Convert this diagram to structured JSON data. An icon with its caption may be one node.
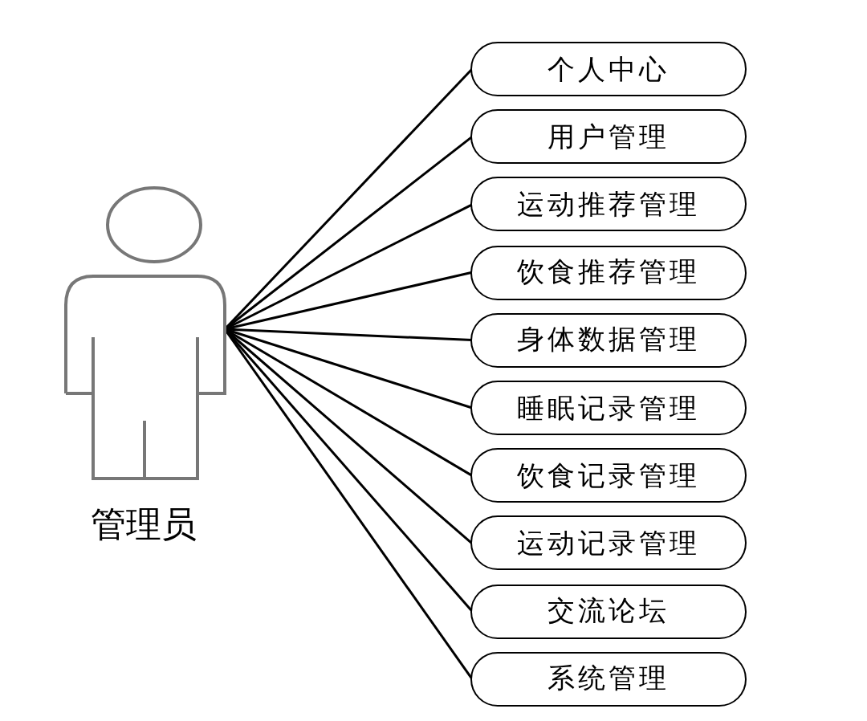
{
  "diagram": {
    "nodes": [
      {
        "text": [
          "管理员"
        ]
      },
      {
        "text": [
          "个人中心"
        ]
      },
      {
        "text": [
          "用户管理"
        ]
      },
      {
        "text": [
          "运动推荐管理"
        ]
      },
      {
        "text": [
          "饮食推荐管理"
        ]
      },
      {
        "text": [
          "身体数据管理"
        ]
      },
      {
        "text": [
          "睡眠记录管理"
        ]
      },
      {
        "text": [
          "饮食记录管理"
        ]
      },
      {
        "text": [
          "运动记录管理"
        ]
      },
      {
        "text": [
          "交流论坛"
        ]
      },
      {
        "text": [
          "系统管理"
        ]
      }
    ],
    "edges": [
      {
        "from": 0,
        "to": 1,
        "arrow": "none"
      },
      {
        "from": 0,
        "to": 2,
        "arrow": "none"
      },
      {
        "from": 0,
        "to": 3,
        "arrow": "none"
      },
      {
        "from": 0,
        "to": 4,
        "arrow": "none"
      },
      {
        "from": 0,
        "to": 5,
        "arrow": "none"
      },
      {
        "from": 0,
        "to": 6,
        "arrow": "none"
      },
      {
        "from": 0,
        "to": 7,
        "arrow": "none"
      },
      {
        "from": 0,
        "to": 8,
        "arrow": "none"
      },
      {
        "from": 0,
        "to": 9,
        "arrow": "none"
      },
      {
        "from": 0,
        "to": 10,
        "arrow": "none"
      }
    ]
  }
}
